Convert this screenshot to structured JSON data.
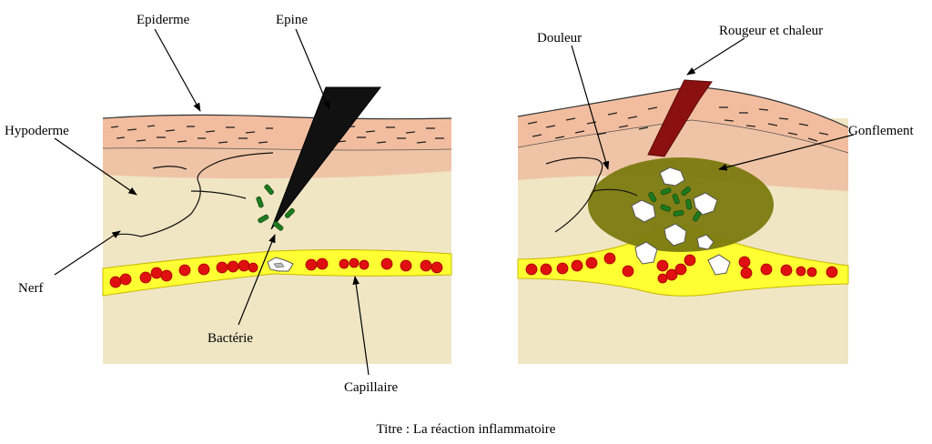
{
  "title": "Titre : La réaction inflammatoire",
  "left_panel": {
    "labels": {
      "epiderme": "Epiderme",
      "epine": "Epine",
      "hypoderme": "Hypoderme",
      "nerf": "Nerf",
      "bacterie": "Bactérie",
      "capillaire": "Capillaire"
    }
  },
  "right_panel": {
    "labels": {
      "douleur": "Douleur",
      "rougeur": "Rougeur et chaleur",
      "gonflement": "Gonflement"
    }
  },
  "colors": {
    "epidermis": "#f2c0a4",
    "dermis": "#efc4a6",
    "hypodermis": "#f0e6c4",
    "capillary": "#ffff33",
    "red_cell": "#e01010",
    "thorn": "#111111",
    "bacteria": "#1e7a1e",
    "swelling": "#7a7a10",
    "redness": "#8b1010"
  }
}
